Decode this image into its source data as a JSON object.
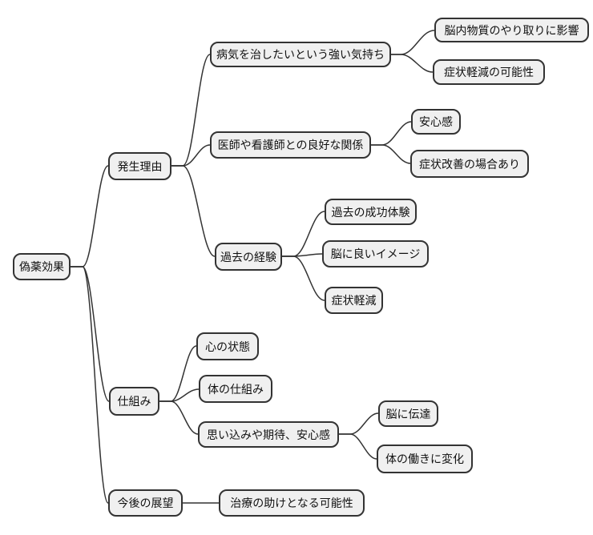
{
  "diagram": {
    "type": "mindmap",
    "colors": {
      "background": "#ffffff",
      "node_fill": "#f0f0f0",
      "node_border": "#333333",
      "edge": "#333333"
    }
  },
  "nodes": {
    "root": {
      "label": "偽薬効果"
    },
    "reasons": {
      "label": "発生理由"
    },
    "strong_desire": {
      "label": "病気を治したいという強い気持ち"
    },
    "brain_substance_effect": {
      "label": "脳内物質のやり取りに影響"
    },
    "symptom_relief_possibility": {
      "label": "症状軽減の可能性"
    },
    "doctor_nurse_relationship": {
      "label": "医師や看護師との良好な関係"
    },
    "reassurance": {
      "label": "安心感"
    },
    "symptom_improvement_cases": {
      "label": "症状改善の場合あり"
    },
    "past_experience": {
      "label": "過去の経験"
    },
    "past_success": {
      "label": "過去の成功体験"
    },
    "positive_brain_image": {
      "label": "脳に良いイメージ"
    },
    "symptom_relief": {
      "label": "症状軽減"
    },
    "mechanism": {
      "label": "仕組み"
    },
    "mind_state": {
      "label": "心の状態"
    },
    "body_mechanism": {
      "label": "体の仕組み"
    },
    "belief_expectation": {
      "label": "思い込みや期待、安心感"
    },
    "brain_transmission": {
      "label": "脳に伝達"
    },
    "body_function_change": {
      "label": "体の働きに変化"
    },
    "future_outlook": {
      "label": "今後の展望"
    },
    "treatment_help": {
      "label": "治療の助けとなる可能性"
    }
  },
  "edges": [
    {
      "from": "root",
      "to": "reasons"
    },
    {
      "from": "root",
      "to": "mechanism"
    },
    {
      "from": "root",
      "to": "future_outlook"
    },
    {
      "from": "reasons",
      "to": "strong_desire"
    },
    {
      "from": "reasons",
      "to": "doctor_nurse_relationship"
    },
    {
      "from": "reasons",
      "to": "past_experience"
    },
    {
      "from": "strong_desire",
      "to": "brain_substance_effect"
    },
    {
      "from": "strong_desire",
      "to": "symptom_relief_possibility"
    },
    {
      "from": "doctor_nurse_relationship",
      "to": "reassurance"
    },
    {
      "from": "doctor_nurse_relationship",
      "to": "symptom_improvement_cases"
    },
    {
      "from": "past_experience",
      "to": "past_success"
    },
    {
      "from": "past_experience",
      "to": "positive_brain_image"
    },
    {
      "from": "past_experience",
      "to": "symptom_relief"
    },
    {
      "from": "mechanism",
      "to": "mind_state"
    },
    {
      "from": "mechanism",
      "to": "body_mechanism"
    },
    {
      "from": "mechanism",
      "to": "belief_expectation"
    },
    {
      "from": "belief_expectation",
      "to": "brain_transmission"
    },
    {
      "from": "belief_expectation",
      "to": "body_function_change"
    },
    {
      "from": "future_outlook",
      "to": "treatment_help"
    }
  ]
}
